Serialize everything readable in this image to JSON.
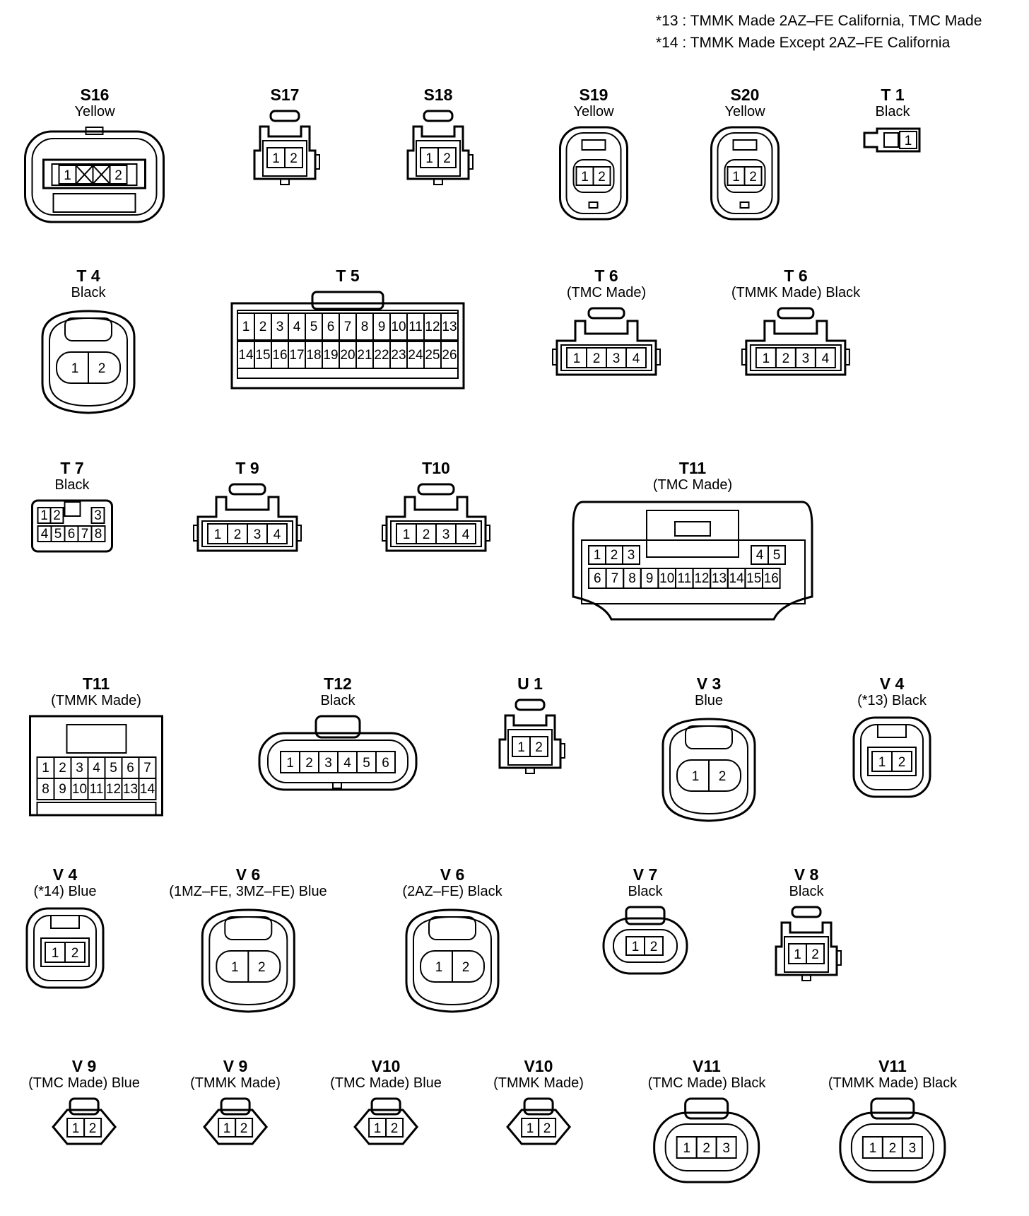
{
  "notes": [
    "*13 : TMMK Made 2AZ–FE California, TMC Made",
    "*14 : TMMK Made Except 2AZ–FE California"
  ],
  "connectors": [
    {
      "code": "S16",
      "sub": "Yellow",
      "style": "s16",
      "pins": [
        "1",
        "2"
      ]
    },
    {
      "code": "S17",
      "sub": "",
      "style": "latch",
      "pins": [
        "1",
        "2"
      ]
    },
    {
      "code": "S18",
      "sub": "",
      "style": "latch",
      "pins": [
        "1",
        "2"
      ]
    },
    {
      "code": "S19",
      "sub": "Yellow",
      "style": "tall",
      "pins": [
        "1",
        "2"
      ]
    },
    {
      "code": "S20",
      "sub": "Yellow",
      "style": "tall",
      "pins": [
        "1",
        "2"
      ]
    },
    {
      "code": "T 1",
      "sub": "Black",
      "style": "tiny",
      "pins": [
        "1"
      ]
    },
    {
      "code": "T 4",
      "sub": "Black",
      "style": "round",
      "pins": [
        "1",
        "2"
      ]
    },
    {
      "code": "T 5",
      "sub": "",
      "style": "t5",
      "rows": [
        [
          "1",
          "2",
          "3",
          "4",
          "5",
          "6",
          "7",
          "8",
          "9",
          "10",
          "11",
          "12",
          "13"
        ],
        [
          "14",
          "15",
          "16",
          "17",
          "18",
          "19",
          "20",
          "21",
          "22",
          "23",
          "24",
          "25",
          "26"
        ]
      ]
    },
    {
      "code": "T 6",
      "sub": "(TMC Made)",
      "style": "latch4",
      "pins": [
        "1",
        "2",
        "3",
        "4"
      ]
    },
    {
      "code": "T 6",
      "sub": "(TMMK Made)  Black",
      "style": "latch4",
      "pins": [
        "1",
        "2",
        "3",
        "4"
      ]
    },
    {
      "code": "T 7",
      "sub": "Black",
      "style": "t7",
      "rows": [
        [
          "1",
          "2",
          "3"
        ],
        [
          "4",
          "5",
          "6",
          "7",
          "8"
        ]
      ]
    },
    {
      "code": "T 9",
      "sub": "",
      "style": "latch4",
      "pins": [
        "1",
        "2",
        "3",
        "4"
      ]
    },
    {
      "code": "T10",
      "sub": "",
      "style": "latch4",
      "pins": [
        "1",
        "2",
        "3",
        "4"
      ]
    },
    {
      "code": "T11",
      "sub": "(TMC Made)",
      "style": "t11a",
      "rows": [
        [
          "1",
          "2",
          "3",
          "4",
          "5"
        ],
        [
          "6",
          "7",
          "8",
          "9",
          "10",
          "11",
          "12",
          "13",
          "14",
          "15",
          "16"
        ]
      ]
    },
    {
      "code": "T11",
      "sub": "(TMMK Made)",
      "style": "grid",
      "rows": [
        [
          "1",
          "2",
          "3",
          "4",
          "5",
          "6",
          "7"
        ],
        [
          "8",
          "9",
          "10",
          "11",
          "12",
          "13",
          "14"
        ]
      ]
    },
    {
      "code": "T12",
      "sub": "Black",
      "style": "wide",
      "pins": [
        "1",
        "2",
        "3",
        "4",
        "5",
        "6"
      ]
    },
    {
      "code": "U 1",
      "sub": "",
      "style": "latch",
      "pins": [
        "1",
        "2"
      ]
    },
    {
      "code": "V 3",
      "sub": "Blue",
      "style": "round",
      "pins": [
        "1",
        "2"
      ]
    },
    {
      "code": "V 4",
      "sub": "(*13)  Black",
      "style": "square",
      "pins": [
        "1",
        "2"
      ]
    },
    {
      "code": "V 4",
      "sub": "(*14)  Blue",
      "style": "square",
      "pins": [
        "1",
        "2"
      ]
    },
    {
      "code": "V 6",
      "sub": "(1MZ–FE, 3MZ–FE)  Blue",
      "style": "round",
      "pins": [
        "1",
        "2"
      ]
    },
    {
      "code": "V 6",
      "sub": "(2AZ–FE)  Black",
      "style": "round",
      "pins": [
        "1",
        "2"
      ]
    },
    {
      "code": "V 7",
      "sub": "Black",
      "style": "oval",
      "pins": [
        "1",
        "2"
      ]
    },
    {
      "code": "V 8",
      "sub": "Black",
      "style": "latch",
      "pins": [
        "1",
        "2"
      ]
    },
    {
      "code": "V 9",
      "sub": "(TMC Made)  Blue",
      "style": "mini",
      "pins": [
        "1",
        "2"
      ]
    },
    {
      "code": "V 9",
      "sub": "(TMMK Made)",
      "style": "mini",
      "pins": [
        "1",
        "2"
      ]
    },
    {
      "code": "V10",
      "sub": "(TMC Made)  Blue",
      "style": "mini",
      "pins": [
        "1",
        "2"
      ]
    },
    {
      "code": "V10",
      "sub": "(TMMK Made)",
      "style": "mini",
      "pins": [
        "1",
        "2"
      ]
    },
    {
      "code": "V11",
      "sub": "(TMC Made)  Black",
      "style": "oval3",
      "pins": [
        "1",
        "2",
        "3"
      ]
    },
    {
      "code": "V11",
      "sub": "(TMMK Made)  Black",
      "style": "oval3",
      "pins": [
        "1",
        "2",
        "3"
      ]
    }
  ]
}
